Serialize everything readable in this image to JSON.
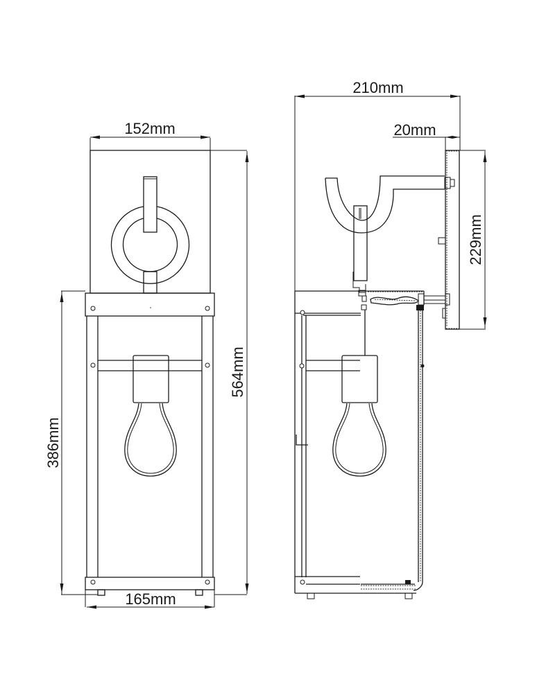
{
  "drawing": {
    "subject": "Wall lantern dimension drawing",
    "views": [
      {
        "name": "front-view",
        "dimensions": {
          "top_width": "152mm",
          "base_width": "165mm",
          "overall_height": "564mm",
          "lantern_height": "386mm"
        }
      },
      {
        "name": "side-view",
        "dimensions": {
          "overall_projection": "210mm",
          "backplate_depth": "20mm",
          "backplate_height": "229mm"
        }
      }
    ],
    "colors": {
      "line": "#1a1a1a",
      "background": "#ffffff"
    }
  }
}
